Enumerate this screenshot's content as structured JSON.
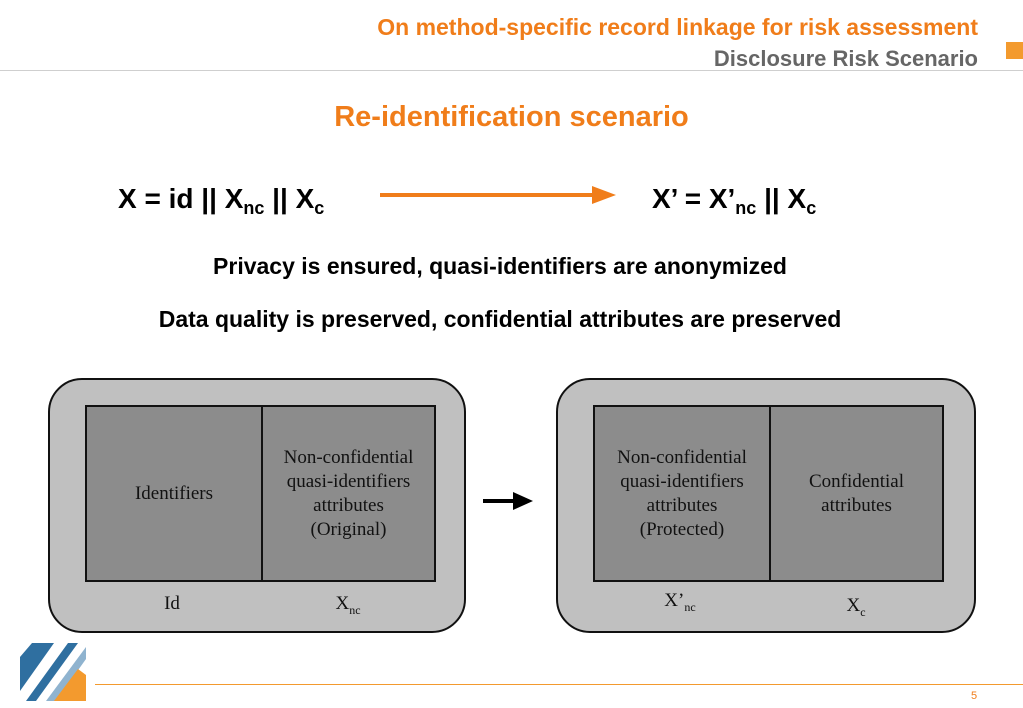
{
  "header": {
    "title": "On method-specific record linkage for risk assessment",
    "subtitle": "Disclosure Risk Scenario"
  },
  "slide": {
    "heading": "Re-identification scenario",
    "formula_left": {
      "main": "X = id || X",
      "sub1": "nc",
      "middle": " || X",
      "sub2": "c"
    },
    "formula_right": {
      "main": "X’ = X’",
      "sub1": "nc",
      "middle": " || X",
      "sub2": "c"
    },
    "statement_privacy": "Privacy is ensured, quasi-identifiers are anonymized",
    "statement_quality": "Data quality is preserved, confidential attributes are preserved"
  },
  "diagram": {
    "left": {
      "cell1": "Identifiers",
      "cell2": "Non-confidential\nquasi-identifiers\nattributes\n(Original)",
      "label1": "Id",
      "label2_main": "X",
      "label2_sub": "nc"
    },
    "right": {
      "cell1": "Non-confidential\nquasi-identifiers\nattributes\n(Protected)",
      "cell2": "Confidential\nattributes",
      "label1_main": "X’",
      "label1_sub": "nc",
      "label2_main": "X",
      "label2_sub": "c"
    }
  },
  "footer": {
    "page_number": "5"
  },
  "colors": {
    "accent": "#f07d1a",
    "subtitle_gray": "#666666",
    "panel_bg": "#c0c0c0",
    "cell_bg": "#8c8c8c",
    "logo_blue": "#2f6fa0"
  }
}
